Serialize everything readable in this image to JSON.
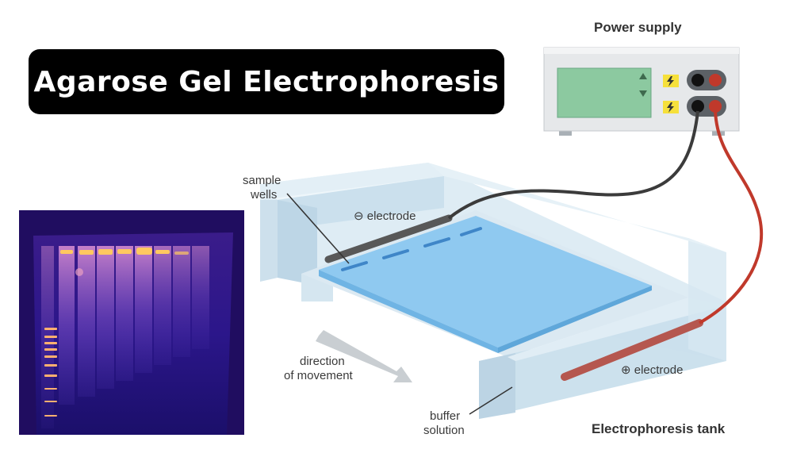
{
  "title": "Agarose Gel Electrophoresis",
  "labels": {
    "power_supply": "Power supply",
    "sample_wells_1": "sample",
    "sample_wells_2": "wells",
    "neg_electrode": "⊖ electrode",
    "pos_electrode": "⊕ electrode",
    "direction_1": "direction",
    "direction_2": "of movement",
    "buffer_1": "buffer",
    "buffer_2": "solution",
    "tank": "Electrophoresis tank"
  },
  "icons": [
    "lightning-icon",
    "arrow-up-icon",
    "arrow-down-icon",
    "terminal-icon"
  ],
  "colors": {
    "gel": "#8fc9f0",
    "tank": "#cfe3ee",
    "negative_lead": "#3b3b3b",
    "positive_lead": "#c0392b",
    "electrode": "#b5574f",
    "display": "#8cc9a0",
    "gel_background": "#2a1678",
    "band": "#ffb04a"
  }
}
